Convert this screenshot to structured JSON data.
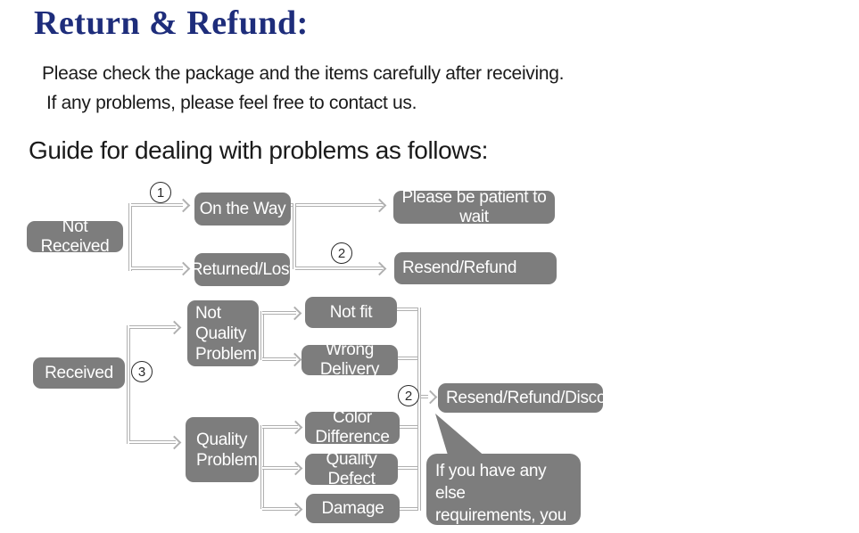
{
  "title": "Return & Refund:",
  "intro": {
    "line1": "Please check the package and the items carefully after receiving.",
    "line2": "If any problems, please feel free to contact us."
  },
  "guide_heading": "Guide for dealing with problems as follows:",
  "colors": {
    "title_blue": "#1e2d7b",
    "box_gray": "#7d7d7d",
    "line_gray": "#b0b0b0",
    "box_text": "#ffffff"
  },
  "flow": {
    "badge1": "1",
    "badge2": "2",
    "badge3": "3",
    "boxes": {
      "not_received": "Not Received",
      "on_the_way": "On the Way",
      "returned_lost": "Returned/Lost",
      "please_wait": "Please be patient to wait",
      "resend_refund": "Resend/Refund",
      "received": "Received",
      "not_quality_problem": "Not\nQuality\nProblem",
      "not_fit": "Not fit",
      "wrong_delivery": "Wrong Delivery",
      "quality_problem": "Quality\nProblem",
      "color_difference": "Color Difference",
      "quality_defect": "Quality Defect",
      "damage": "Damage",
      "resend_refund_discount": "Resend/Refund/Discount"
    },
    "note": "If you have any else\nrequirements, you could\nalso tell us!"
  }
}
